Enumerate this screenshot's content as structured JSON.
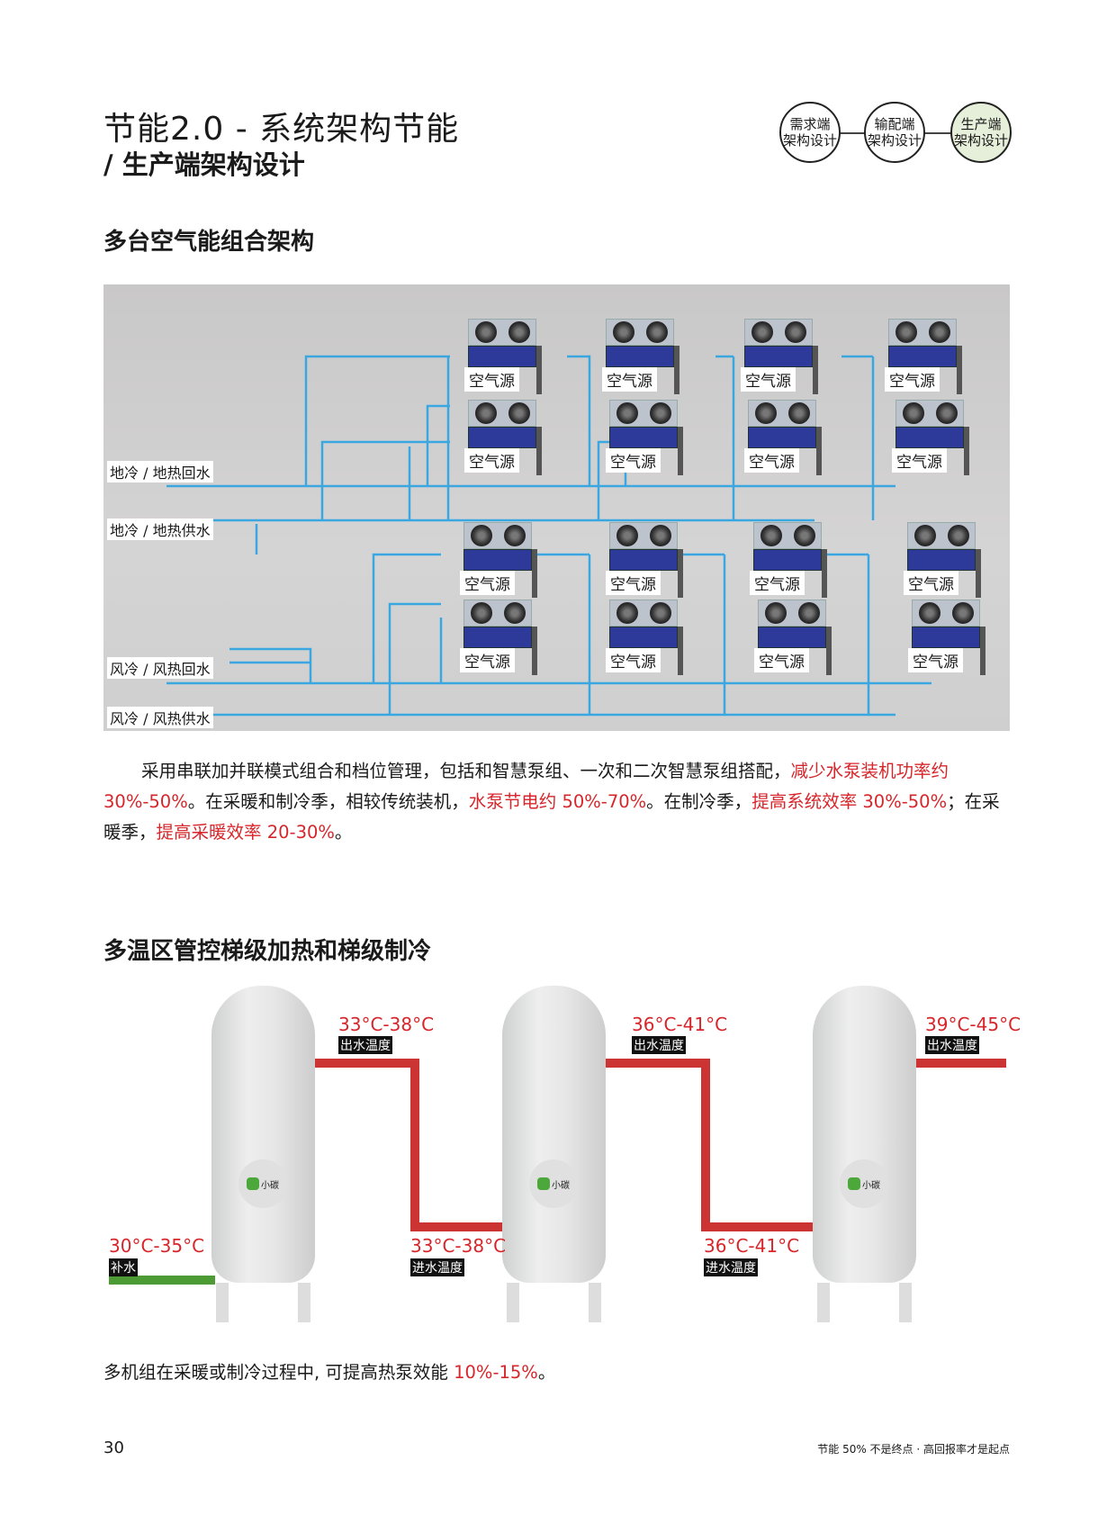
{
  "header": {
    "title": "节能2.0 - 系统架构节能",
    "subtitle": "/ 生产端架构设计"
  },
  "nav_circles": [
    {
      "line1": "需求端",
      "line2": "架构设计",
      "active": false
    },
    {
      "line1": "输配端",
      "line2": "架构设计",
      "active": false
    },
    {
      "line1": "生产端",
      "line2": "架构设计",
      "active": true
    }
  ],
  "section1": {
    "heading": "多台空气能组合架构",
    "pipe_labels": [
      "地冷 / 地热回水",
      "地冷 / 地热供水",
      "风冷 / 风热回水",
      "风冷 / 风热供水"
    ],
    "unit_label": "空气源",
    "units": [
      "空气源",
      "空气源",
      "空气源",
      "空气源",
      "空气源",
      "空气源",
      "空气源",
      "空气源",
      "空气源",
      "空气源",
      "空气源",
      "空气源",
      "空气源",
      "空气源",
      "空气源",
      "空气源"
    ]
  },
  "paragraph": {
    "p1": "采用串联加并联模式组合和档位管理，包括和智慧泵组、一次和二次智慧泵组搭配，",
    "r1": "减少水泵装机功率约30%-50%",
    "p2": "。在采暖和制冷季，相较传统装机，",
    "r2": "水泵节电约 50%-70%",
    "p3": "。在制冷季，",
    "r3": "提高系统效率 30%-50%",
    "p4": "；在采暖季，",
    "r4": "提高采暖效率 20-30%",
    "p5": "。"
  },
  "section2": {
    "heading": "多温区管控梯级加热和梯级制冷",
    "logo_text": "小碳",
    "inlet": {
      "temp": "30°C-35°C",
      "label": "补水"
    },
    "tanks": [
      {
        "out_temp": "33°C-38°C",
        "out_label": "出水温度"
      },
      {
        "in_temp": "33°C-38°C",
        "in_label": "进水温度",
        "out_temp": "36°C-41°C",
        "out_label": "出水温度"
      },
      {
        "in_temp": "36°C-41°C",
        "in_label": "进水温度",
        "out_temp": "39°C-45°C",
        "out_label": "出水温度"
      }
    ],
    "summary_prefix": "多机组在采暖或制冷过程中, 可提高热泵效能 ",
    "summary_red": "10%-15%",
    "summary_suffix": "。"
  },
  "footer": {
    "page": "30",
    "slogan": "节能 50% 不是终点 · 高回报率才是起点"
  },
  "colors": {
    "accent_red": "#d7262b",
    "pipe_blue": "#3aa7e0",
    "unit_blue": "#2e3a99",
    "inlet_green": "#4c9b35"
  }
}
